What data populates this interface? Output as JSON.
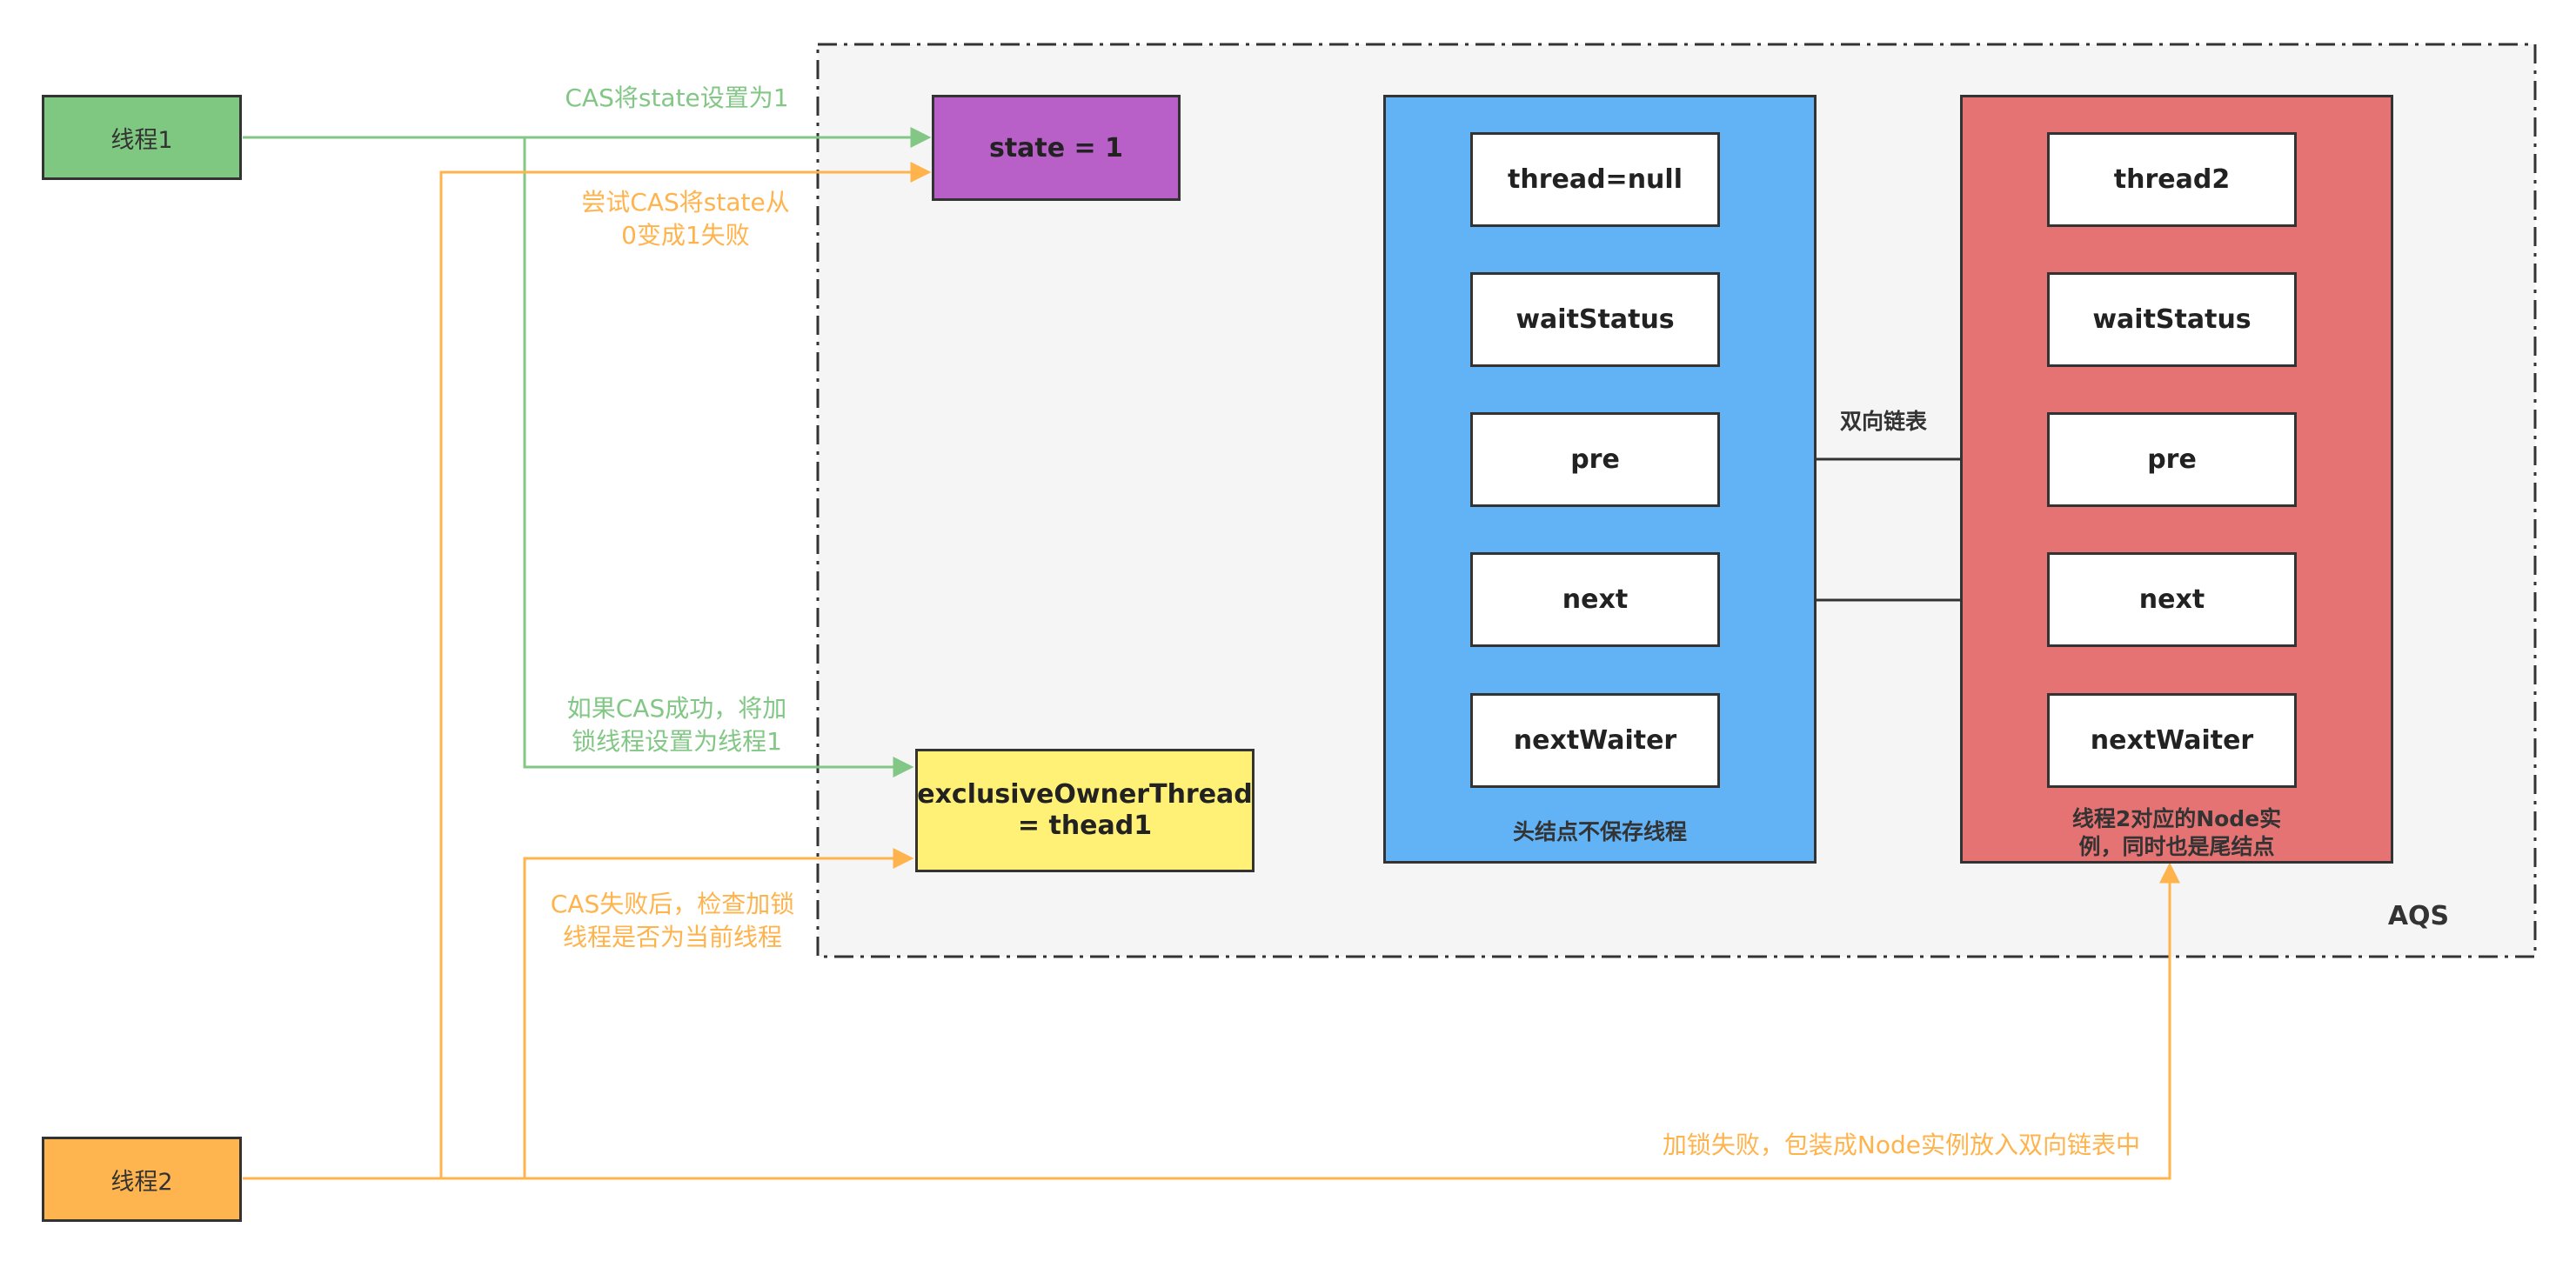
{
  "threads": {
    "thread1": "线程1",
    "thread2": "线程2"
  },
  "aqs": {
    "title": "AQS",
    "state_box": "state = 1",
    "owner_box": "exclusiveOwnerThread\n= thead1",
    "head_node": {
      "fields": [
        "thread=null",
        "waitStatus",
        "pre",
        "next",
        "nextWaiter"
      ],
      "caption": "头结点不保存线程"
    },
    "tail_node": {
      "fields": [
        "thread2",
        "waitStatus",
        "pre",
        "next",
        "nextWaiter"
      ],
      "caption": "线程2对应的Node实\n例，同时也是尾结点"
    },
    "link_label": "双向链表"
  },
  "edge_labels": {
    "cas_set_state": "CAS将state设置为1",
    "cas_try_fail": "尝试CAS将state从\n0变成1失败",
    "cas_success_owner": "如果CAS成功，将加\n锁线程设置为线程1",
    "cas_fail_check": "CAS失败后，检查加锁\n线程是否为当前线程",
    "enqueue": "加锁失败，包装成Node实例放入双向链表中"
  },
  "colors": {
    "thread1_fill": "#7fc881",
    "thread2_fill": "#ffb54f",
    "state_fill": "#b95fc8",
    "owner_fill": "#fff176",
    "head_node_fill": "#62b2f6",
    "tail_node_fill": "#e57373",
    "aqs_fill": "#f5f5f5",
    "green_line": "#82c785",
    "orange_line": "#ffb34d",
    "dark_line": "#333333"
  }
}
